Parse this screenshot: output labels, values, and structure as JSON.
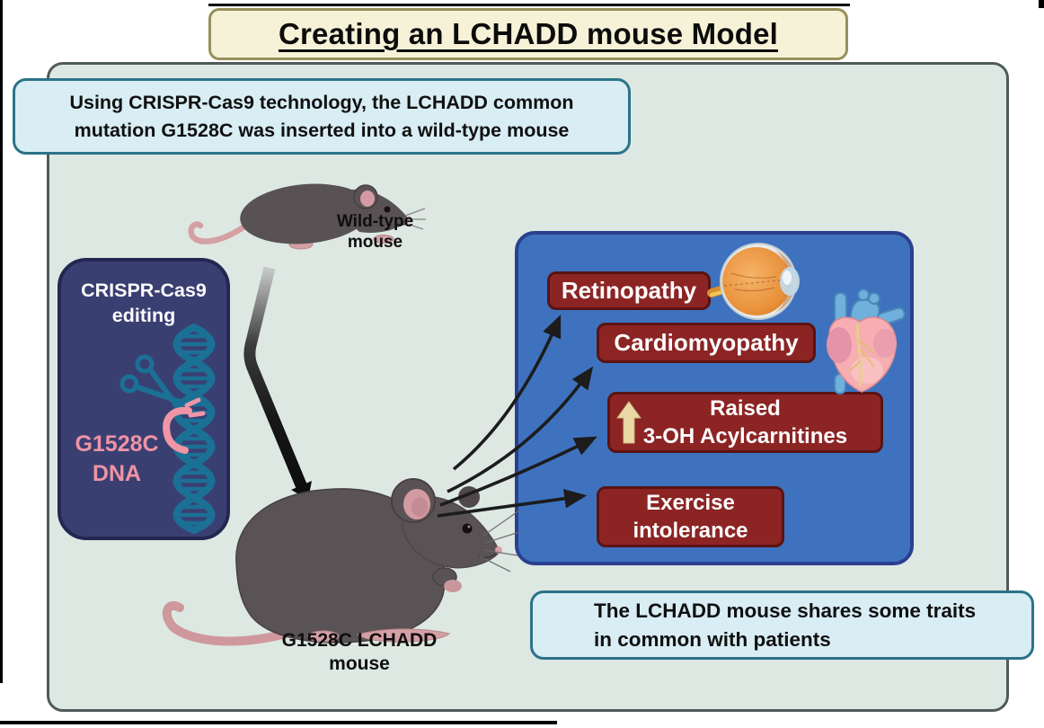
{
  "title": "Creating an LCHADD mouse Model",
  "top_note": {
    "line1": "Using CRISPR-Cas9 technology, the LCHADD common",
    "line2": "mutation G1528C was inserted into a wild-type mouse"
  },
  "bottom_note": {
    "line1": "The LCHADD mouse shares some traits",
    "line2": "in common with patients"
  },
  "crispr_box": {
    "heading_line1": "CRISPR-Cas9",
    "heading_line2": "editing",
    "dna_label_line1": "G1528C",
    "dna_label_line2": "DNA"
  },
  "mice": {
    "wild_type_line1": "Wild-type",
    "wild_type_line2": "mouse",
    "lchadd_line1": "G1528C LCHADD",
    "lchadd_line2": "mouse"
  },
  "traits_panel": {
    "items": [
      {
        "label": "Retinopathy",
        "icon": "eye-icon"
      },
      {
        "label": "Cardiomyopathy",
        "icon": "heart-icon"
      },
      {
        "line1": "Raised",
        "line2": "3-OH Acylcarnitines",
        "icon": "up-arrow-icon"
      },
      {
        "line1": "Exercise",
        "line2": "intolerance"
      }
    ]
  },
  "colors": {
    "board_bg": "#dde8e3",
    "board_border": "#4f5b5a",
    "note_bg": "#d8edf4",
    "note_border": "#2c7289",
    "title_bg": "#f6f2d8",
    "title_border": "#97905a",
    "crispr_bg": "#3a3f72",
    "crispr_border": "#232851",
    "panel_bg": "#3e72bf",
    "panel_border": "#2c3f8f",
    "trait_bg": "#8c2424",
    "trait_border": "#5a1312",
    "dna_teal": "#1b7095",
    "dna_pink": "#ef93a4",
    "arrow_black": "#1c1c1c",
    "raised_arrow_cream": "#ead9a6"
  }
}
